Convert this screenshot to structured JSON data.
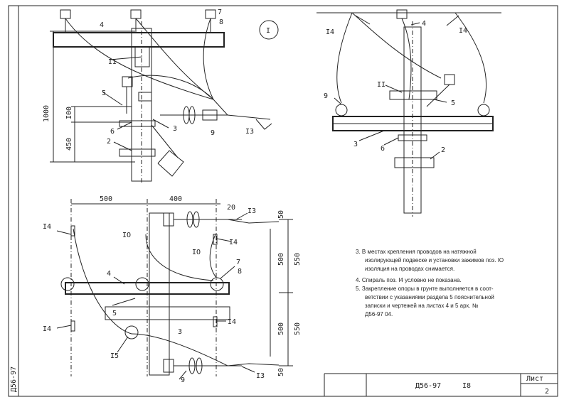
{
  "view_marker": "I",
  "labels": {
    "p2": "2",
    "p3": "3",
    "p4": "4",
    "p5": "5",
    "p6": "6",
    "p7": "7",
    "p8": "8",
    "p9": "9",
    "p10": "IO",
    "p11": "II",
    "p13": "I3",
    "p14": "I4",
    "p15": "I5"
  },
  "dims": {
    "d1000": "1000",
    "d100": "I00",
    "d450": "450",
    "d500": "500",
    "d400": "400",
    "d20": "20",
    "d50": "50",
    "d550": "550"
  },
  "notes": [
    "3. В местах крепления проводов на натяжной",
    "изолирующей подвеске и установки зажимов поз. IO",
    "изоляция на проводах снимается.",
    "4. Спираль поз. I4 условно не показана.",
    "5. Закрепление опоры в грунте выполняется в соот-",
    "ветствии с указаниями раздела 5 пояснительной",
    "записки и чертежей на листах 4 и 5 арх. №",
    "Д56-97 04."
  ],
  "title_block": {
    "code": "Д56-97",
    "sheet_number": "I8",
    "sheet_label": "Лист",
    "sheet_value": "2",
    "side_code": "Д56-97"
  }
}
